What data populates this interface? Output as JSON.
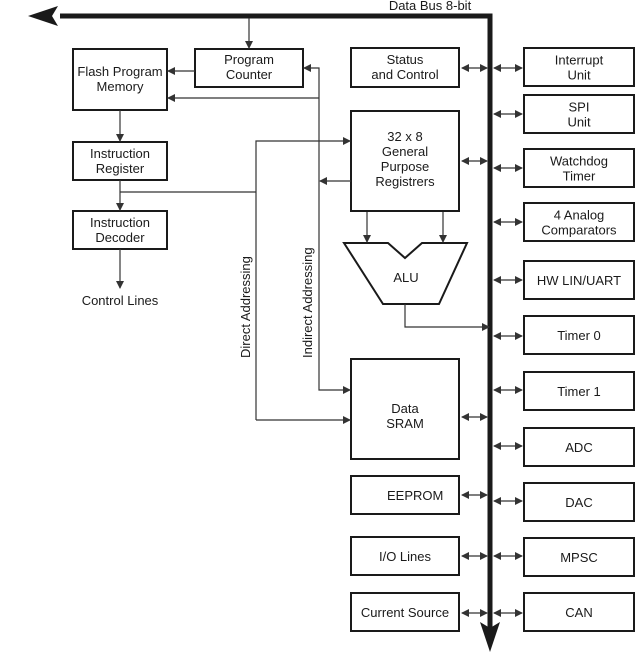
{
  "diagram": {
    "bus_label": "Data Bus 8-bit",
    "left_column": {
      "flash": [
        "Flash Program",
        "Memory"
      ],
      "program_counter": [
        "Program",
        "Counter"
      ],
      "instruction_register": [
        "Instruction",
        "Register"
      ],
      "instruction_decoder": [
        "Instruction",
        "Decoder"
      ],
      "control_lines": "Control Lines"
    },
    "center_column": {
      "status_control": [
        "Status",
        "and Control"
      ],
      "gp_registers": [
        "32 x 8",
        "General",
        "Purpose",
        "Registrers"
      ],
      "alu": "ALU",
      "data_sram": [
        "Data",
        "SRAM"
      ],
      "eeprom": "EEPROM",
      "io_lines": "I/O Lines",
      "current_source": "Current Source"
    },
    "addressing": {
      "direct": "Direct Addressing",
      "indirect": "Indirect Addressing"
    },
    "peripherals": [
      [
        "Interrupt",
        "Unit"
      ],
      [
        "SPI",
        "Unit"
      ],
      [
        "Watchdog",
        "Timer"
      ],
      [
        "4 Analog",
        "Comparators"
      ],
      [
        "HW LIN/UART"
      ],
      [
        "Timer 0"
      ],
      [
        "Timer 1"
      ],
      [
        "ADC"
      ],
      [
        "DAC"
      ],
      [
        "MPSC"
      ],
      [
        "CAN"
      ]
    ]
  }
}
